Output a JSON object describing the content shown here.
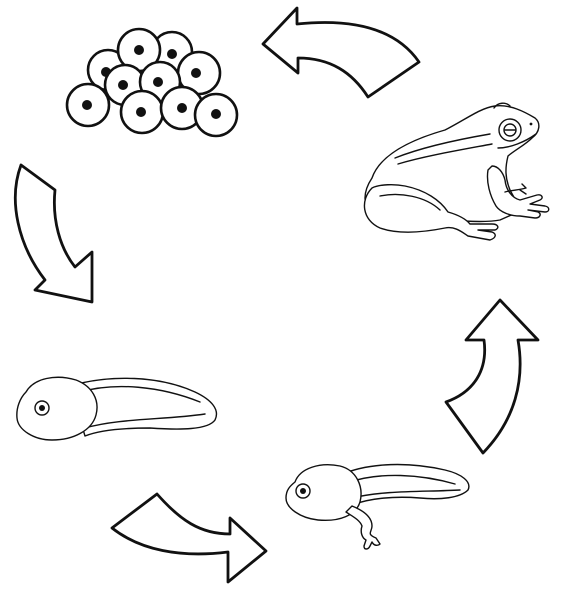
{
  "diagram": {
    "stages": [
      {
        "id": "eggs",
        "name": "egg-cluster"
      },
      {
        "id": "frog",
        "name": "adult-frog"
      },
      {
        "id": "froglet",
        "name": "tadpole-with-legs"
      },
      {
        "id": "tadpole",
        "name": "tadpole"
      }
    ],
    "arrows": [
      {
        "id": "frog-to-eggs",
        "direction": "counterclockwise"
      },
      {
        "id": "eggs-to-tadpole",
        "direction": "counterclockwise"
      },
      {
        "id": "tadpole-to-froglet",
        "direction": "counterclockwise"
      },
      {
        "id": "froglet-to-frog",
        "direction": "counterclockwise"
      }
    ],
    "colors": {
      "ink": "#111111",
      "background": "#ffffff"
    }
  }
}
